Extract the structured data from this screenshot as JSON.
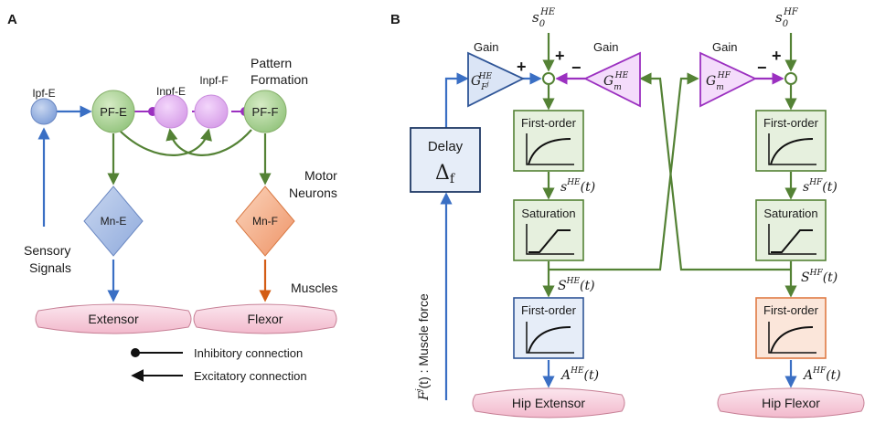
{
  "panel_a": {
    "label": "A",
    "nodes": {
      "ipf_e": "Ipf-E",
      "pf_e": "PF-E",
      "inpf_e": "Inpf-E",
      "inpf_f": "Inpf-F",
      "pf_f": "PF-F",
      "mn_e": "Mn-E",
      "mn_f": "Mn-F"
    },
    "labels": {
      "pattern_line1": "Pattern",
      "pattern_line2": "Formation",
      "motor_line1": "Motor",
      "motor_line2": "Neurons",
      "sensory_line1": "Sensory",
      "sensory_line2": "Signals",
      "muscles": "Muscles"
    },
    "muscles": {
      "extensor": "Extensor",
      "flexor": "Flexor"
    },
    "legend": {
      "inhibitory": "Inhibitory connection",
      "excitatory": "Excitatory connection"
    }
  },
  "panel_b": {
    "label": "B",
    "gain_label": "Gain",
    "first_order": "First-order",
    "saturation": "Saturation",
    "delay": "Delay",
    "delay_symbol": "Δ",
    "delay_sub": "f",
    "input_he": {
      "base": "s",
      "sub": "0",
      "sup": "HE"
    },
    "input_hf": {
      "base": "s",
      "sub": "0",
      "sup": "HF"
    },
    "gain_f": {
      "base": "G",
      "sub": "F",
      "subsup": "j",
      "sup": "HE"
    },
    "gain_m_he": {
      "base": "G",
      "sub": "m",
      "sup": "HE"
    },
    "gain_m_hf": {
      "base": "G",
      "sub": "m",
      "sup": "HF"
    },
    "signs": {
      "plus": "+",
      "minus": "−"
    },
    "s_he": {
      "base": "s",
      "sup": "HE",
      "arg": "(t)"
    },
    "s_hf": {
      "base": "s",
      "sup": "HF",
      "arg": "(t)"
    },
    "S_he": {
      "base": "S",
      "sup": "HE",
      "arg": "(t)"
    },
    "S_hf": {
      "base": "S",
      "sup": "HF",
      "arg": "(t)"
    },
    "A_he": {
      "base": "A",
      "sup": "HE",
      "arg": "(t)"
    },
    "A_hf": {
      "base": "A",
      "sup": "HF",
      "arg": "(t)"
    },
    "muscle_force": {
      "base": "F",
      "sup": "j",
      "rest": "(t) : Muscle force"
    },
    "muscles": {
      "hip_extensor": "Hip Extensor",
      "hip_flexor": "Hip Flexor"
    }
  },
  "colors": {
    "green_fill": "#a9d18e",
    "green_stroke": "#548235",
    "blue_fill": "#8faadc",
    "blue_stroke": "#2f5597",
    "purple_fill": "#e0a8f0",
    "purple_stroke": "#9b30c0",
    "orange_fill": "#f4b183",
    "orange_stroke": "#c55a11",
    "pink_fill": "#f8d7e3",
    "arrow_blue": "#3a6fc4",
    "arrow_green": "#548235",
    "arrow_orange": "#d35c14",
    "navy": "#1f3864"
  }
}
